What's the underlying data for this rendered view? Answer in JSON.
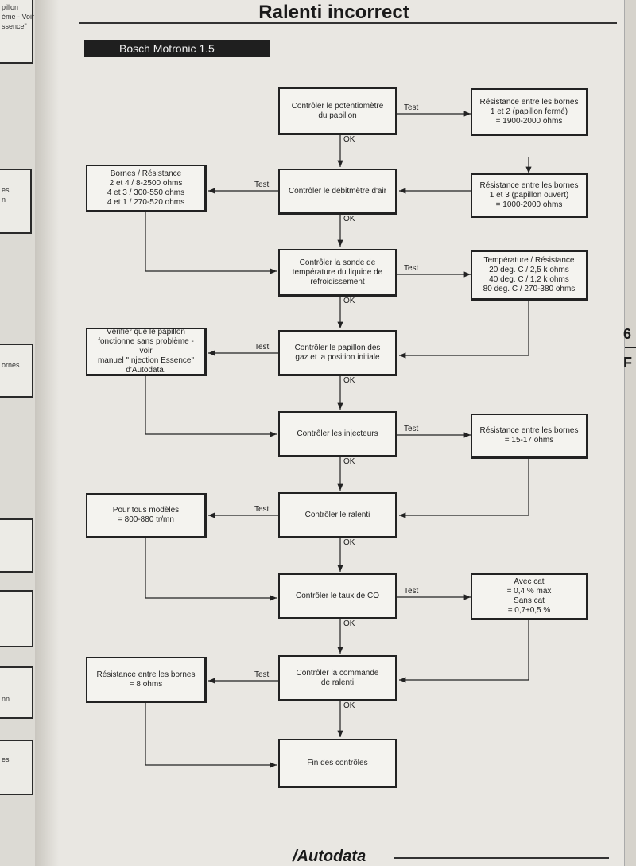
{
  "page": {
    "title": "Ralenti incorrect",
    "subtitle": "Bosch Motronic 1.5",
    "footer": "/Autodata"
  },
  "tab": {
    "number": "6",
    "letter": "F"
  },
  "left_page": [
    "pillon",
    "ème - Voir",
    "ssence\"",
    "es",
    "n",
    "ornes",
    "nn",
    "es"
  ],
  "steps": [
    "Contrôler le potentiomètre\ndu papillon",
    "Contrôler le débitmètre d'air",
    "Contrôler la sonde de\ntempérature du liquide de\nrefroidissement",
    "Contrôler le papillon des\ngaz et la position initiale",
    "Contrôler les injecteurs",
    "Contrôler le ralenti",
    "Contrôler le taux de CO",
    "Contrôler la commande\nde ralenti",
    "Fin des contrôles"
  ],
  "results": {
    "pot": "Résistance entre les bornes\n1 et 2 (papillon fermé)\n= 1900-2000 ohms",
    "pot2": "Résistance entre les bornes\n1 et 3 (papillon ouvert)\n= 1000-2000 ohms",
    "airflow": "Bornes / Résistance\n2 et 4 / 8-2500 ohms\n4 et 3 / 300-550 ohms\n4 et 1 / 270-520 ohms",
    "temp": "Température / Résistance\n20 deg. C / 2,5 k ohms\n40 deg. C / 1,2 k ohms\n80 deg. C / 270-380 ohms",
    "throttle": "Vérifier que le papillon\nfonctionne sans problème - voir\nmanuel \"Injection Essence\"\nd'Autodata.",
    "injectors": "Résistance entre les bornes\n= 15-17 ohms",
    "idle": "Pour tous modèles\n= 800-880 tr/mn",
    "co": "Avec cat\n= 0,4 % max\nSans cat\n= 0,7±0,5 %",
    "idlecontrol": "Résistance entre les bornes\n= 8 ohms"
  },
  "labels": {
    "test": "Test",
    "ok": "OK"
  }
}
